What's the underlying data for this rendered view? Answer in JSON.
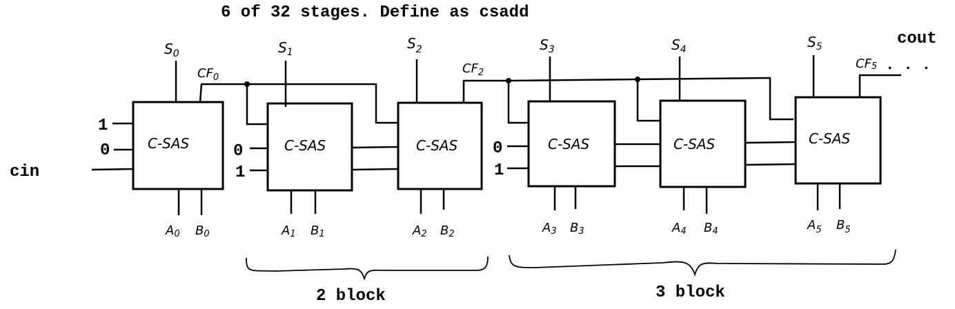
{
  "title": "6 of 32 stages. Define as csadd",
  "labels": {
    "cin": "cin",
    "cout": "cout",
    "ellipsis": ". . ."
  },
  "stages": [
    {
      "block": "C-SAS",
      "sum": "S0",
      "sum_base": "S",
      "sum_sub": "0",
      "a": "A",
      "a_sub": "0",
      "b": "B",
      "b_sub": "0",
      "inputs": [
        "1",
        "0"
      ],
      "carry_label": "CF",
      "carry_sub": "0"
    },
    {
      "block": "C-SAS",
      "sum": "S1",
      "sum_base": "S",
      "sum_sub": "1",
      "a": "A",
      "a_sub": "1",
      "b": "B",
      "b_sub": "1",
      "inputs": [
        "0",
        "1"
      ],
      "carry_label": "",
      "carry_sub": ""
    },
    {
      "block": "C-SAS",
      "sum": "S2",
      "sum_base": "S",
      "sum_sub": "2",
      "a": "A",
      "a_sub": "2",
      "b": "B",
      "b_sub": "2",
      "inputs": [],
      "carry_label": "CF",
      "carry_sub": "2"
    },
    {
      "block": "C-SAS",
      "sum": "S3",
      "sum_base": "S",
      "sum_sub": "3",
      "a": "A",
      "a_sub": "3",
      "b": "B",
      "b_sub": "3",
      "inputs": [
        "0",
        "1"
      ],
      "carry_label": "",
      "carry_sub": ""
    },
    {
      "block": "C-SAS",
      "sum": "S4",
      "sum_base": "S",
      "sum_sub": "4",
      "a": "A",
      "a_sub": "4",
      "b": "B",
      "b_sub": "4",
      "inputs": [],
      "carry_label": "",
      "carry_sub": ""
    },
    {
      "block": "C-SAS",
      "sum": "S5",
      "sum_base": "S",
      "sum_sub": "5",
      "a": "A",
      "a_sub": "5",
      "b": "B",
      "b_sub": "5",
      "inputs": [],
      "carry_label": "CF",
      "carry_sub": "5"
    }
  ],
  "groups": [
    {
      "label": "2 block",
      "stages": [
        1,
        2
      ]
    },
    {
      "label": "3 block",
      "stages": [
        3,
        4,
        5
      ]
    }
  ]
}
